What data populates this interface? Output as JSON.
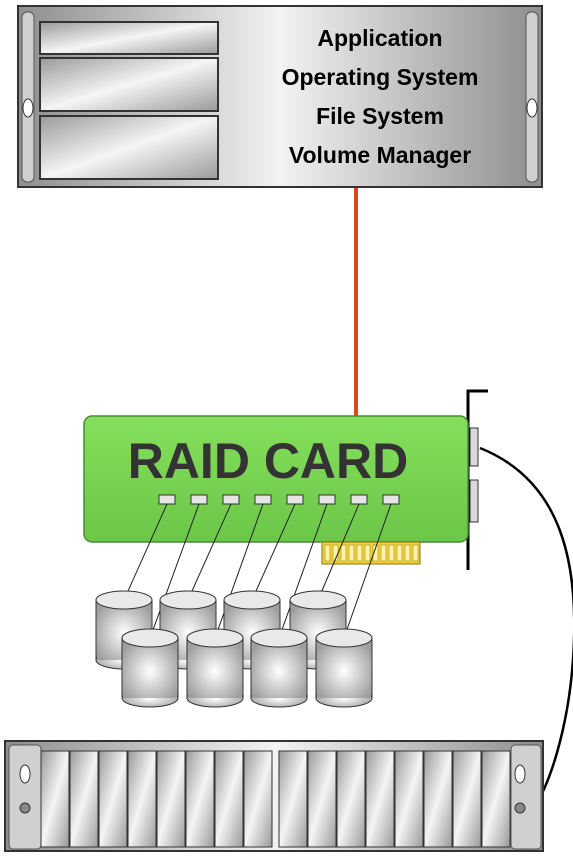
{
  "server": {
    "layers": [
      "Application",
      "Operating System",
      "File System",
      "Volume Manager"
    ]
  },
  "raid_card": {
    "label": "RAID CARD",
    "port_count": 8
  },
  "disks": {
    "count": 8
  },
  "storage_array": {
    "drive_bays": 16
  },
  "colors": {
    "link_cable": "#d9481c",
    "card_green": "#7ed957",
    "external_cable": "#000000"
  }
}
